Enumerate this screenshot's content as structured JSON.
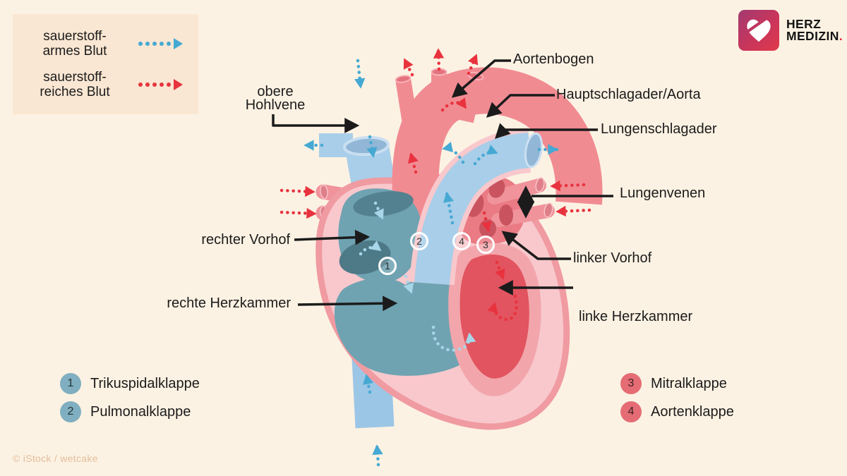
{
  "blood_legend": {
    "items": [
      {
        "type": "oxygen-poor-blood",
        "label": "sauerstoff-\narmes Blut",
        "color": "#45A9D3"
      },
      {
        "type": "oxygen-rich-blood",
        "label": "sauerstoff-\nreiches Blut",
        "color": "#E8333E"
      }
    ]
  },
  "logo": {
    "line1": "HERZ",
    "line2": "MEDIZIN",
    "dot": "."
  },
  "diagram_labels": {
    "obere_hohlvene": "obere\nHohlvene",
    "aortenbogen": "Aortenbogen",
    "hauptschlagader": "Hauptschlagader/Aorta",
    "lungenschlagader": "Lungenschlagader",
    "lungenvenen": "Lungenvenen",
    "linker_vorhof": "linker Vorhof",
    "linke_herzkammer": "linke Herzkammer",
    "rechter_vorhof": "rechter Vorhof",
    "rechte_herzkammer": "rechte Herzkammer"
  },
  "valve_markers": {
    "tricuspid": "1",
    "pulmonary": "2",
    "mitral": "3",
    "aortic": "4"
  },
  "valve_legend": {
    "left": [
      {
        "num": "1",
        "label": "Trikuspidalklappe"
      },
      {
        "num": "2",
        "label": "Pulmonalklappe"
      }
    ],
    "right": [
      {
        "num": "3",
        "label": "Mitralklappe"
      },
      {
        "num": "4",
        "label": "Aortenklappe"
      }
    ]
  },
  "credit": "© iStock / wetcake",
  "colors": {
    "background": "#FCF2E3",
    "legend_box": "#FAE7D3",
    "oxygen_poor_blue": "#45A9D3",
    "oxygen_rich_red": "#E8333E",
    "vein_blue": "#A9CEE9",
    "artery_pink": "#F18B92",
    "heart_wall_light": "#F8C8CC",
    "heart_wall_rim": "#F09AA1",
    "right_chamber_teal": "#6FA3B2",
    "left_chamber_red": "#E2545F",
    "valve_legend_teal": "#7FAFC0",
    "valve_legend_red": "#E56C74",
    "logo_gradient_start": "#A23A71",
    "logo_gradient_end": "#E03A4B",
    "text": "#1B1B1B",
    "credit_text": "#E2BD9B"
  }
}
